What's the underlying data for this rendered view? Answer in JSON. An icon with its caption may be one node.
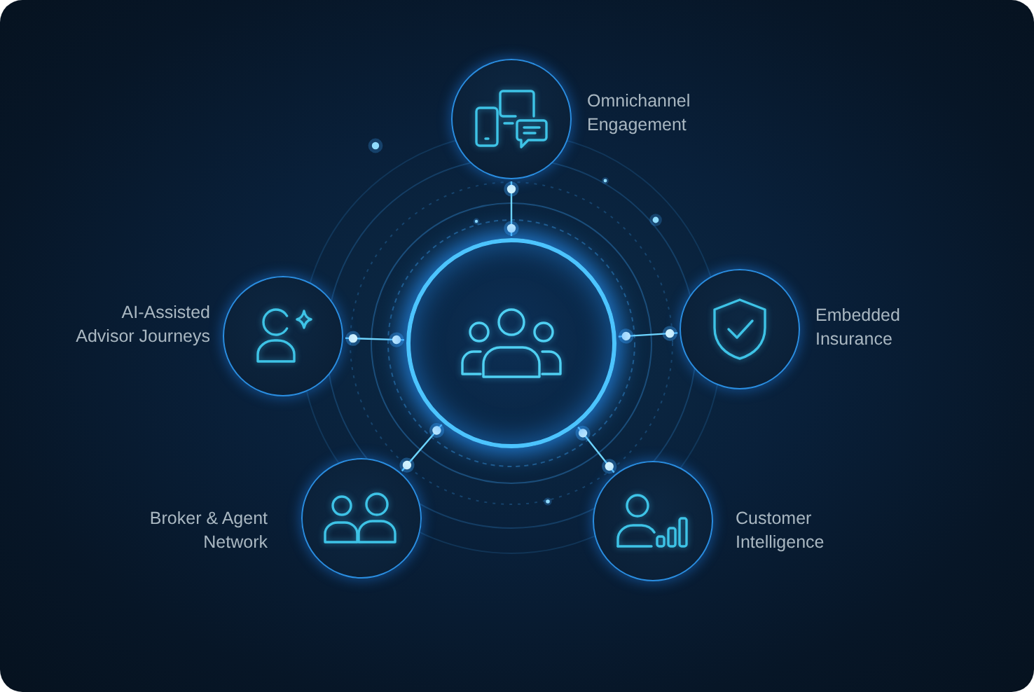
{
  "diagram": {
    "nodes": [
      {
        "text": [],
        "shape": "circle",
        "beside": [
          "Omnichannel Engagement"
        ]
      },
      {
        "text": [],
        "shape": "circle",
        "beside": [
          "AI-Assisted Advisor Journeys"
        ]
      },
      {
        "text": [],
        "shape": "circle"
      },
      {
        "text": [],
        "shape": "circle",
        "beside": [
          "Embedded Insurance"
        ]
      },
      {
        "text": [],
        "shape": "circle",
        "beside": [
          "Broker & Agent Network"
        ]
      },
      {
        "text": [],
        "shape": "circle",
        "beside": [
          "Customer Intelligence"
        ]
      }
    ],
    "edges": [
      {
        "from": 2,
        "to": 0,
        "arrow": "other"
      },
      {
        "from": 2,
        "to": 1,
        "arrow": "other"
      },
      {
        "from": 2,
        "to": 3,
        "arrow": "other"
      },
      {
        "from": 2,
        "to": 4,
        "arrow": "other"
      },
      {
        "from": 2,
        "to": 5,
        "arrow": "other"
      }
    ]
  }
}
